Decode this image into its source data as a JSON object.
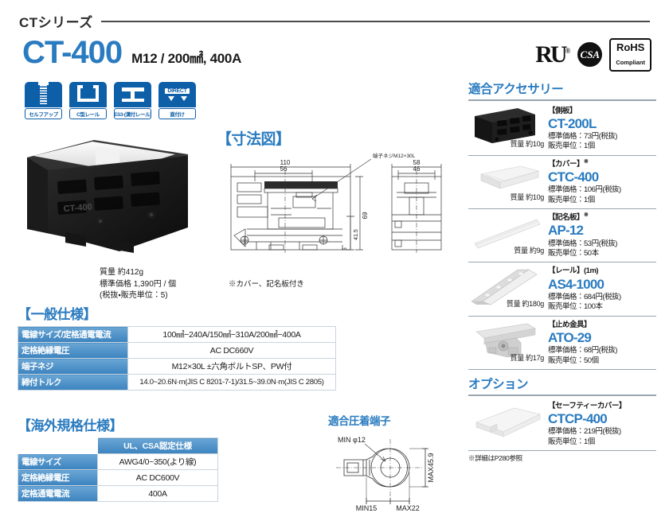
{
  "header": {
    "series": "CTシリーズ",
    "model": "CT-400",
    "model_spec": "M12 / 200㎟, 400A"
  },
  "badges": [
    {
      "icon": "self-up-screw-icon",
      "label": "セルフアップ"
    },
    {
      "icon": "c-rail-icon",
      "label": "C型レール"
    },
    {
      "icon": "i-rail-icon",
      "label": "ES3-(溝付レール)"
    },
    {
      "icon": "direct-mount-icon",
      "label": "直付け",
      "icon_text": "DIRECT"
    }
  ],
  "certifications": [
    {
      "name": "ul-mark",
      "text": "RU",
      "sup": "®"
    },
    {
      "name": "csa-mark",
      "text": "CSA"
    },
    {
      "name": "rohs-mark",
      "line1": "RoHS",
      "line2": "Compliant"
    }
  ],
  "product": {
    "weight": "質量 約412g",
    "price": "標準価格 1,390円 / 個",
    "unit": "(税抜・販売単位：5)",
    "cover_note": "※カバー、記名板付き"
  },
  "dimensions": {
    "title": "【寸法図】",
    "callout": "端子ネジM12×30L",
    "front": {
      "width_outer": "110",
      "width_inner": "56",
      "height_outer": "69",
      "height_inner": "41.5",
      "small": "5"
    },
    "side": {
      "width_outer": "58",
      "width_inner": "46"
    }
  },
  "general_spec": {
    "title": "【一般仕様】",
    "rows": [
      {
        "label": "電線サイズ/定格通電電流",
        "value": "100㎟−240A/150㎟−310A/200㎟−400A"
      },
      {
        "label": "定格絶縁電圧",
        "value": "AC DC660V"
      },
      {
        "label": "端子ネジ",
        "value": "M12×30L ±六角ボルトSP、PW付"
      },
      {
        "label": "締付トルク",
        "value": "14.0~20.6N·m(JIS C 8201-7-1)/31.5~39.0N·m(JIS C 2805)"
      }
    ]
  },
  "overseas_spec": {
    "title": "【海外規格仕様】",
    "column_header": "UL、CSA認定仕様",
    "rows": [
      {
        "label": "電線サイズ",
        "value": "AWG4/0~350(より線)"
      },
      {
        "label": "定格絶縁電圧",
        "value": "AC DC600V"
      },
      {
        "label": "定格通電電流",
        "value": "400A"
      }
    ]
  },
  "crimp_terminal": {
    "title": "適合圧着端子",
    "hole": "MIN φ12",
    "height": "MAX45.9",
    "min_width": "MIN15",
    "max_width": "MAX22"
  },
  "accessories": {
    "title": "適合アクセサリー",
    "items": [
      {
        "image": "side-plate-black",
        "category": "【側板】",
        "asterisk": "",
        "name": "CT-200L",
        "price": "標準価格：73円(税抜)",
        "unit": "販売単位：1個",
        "weight": "質量 約10g"
      },
      {
        "image": "cover-white",
        "category": "【カバー】",
        "asterisk": "※",
        "name": "CTC-400",
        "price": "標準価格：106円(税抜)",
        "unit": "販売単位：1個",
        "weight": "質量 約10g"
      },
      {
        "image": "name-plate-strip",
        "category": "【記名板】",
        "asterisk": "※",
        "name": "AP-12",
        "price": "標準価格：53円(税抜)",
        "unit": "販売単位：50本",
        "weight": "質量 約9g"
      },
      {
        "image": "rail-1m",
        "category": "【レール】(1m)",
        "asterisk": "",
        "name": "AS4-1000",
        "price": "標準価格：684円(税抜)",
        "unit": "販売単位：100本",
        "weight": "質量 約180g"
      },
      {
        "image": "stopper-metal",
        "category": "【止め金具】",
        "asterisk": "",
        "name": "ATO-29",
        "price": "標準価格：68円(税抜)",
        "unit": "販売単位：50個",
        "weight": "質量 約17g"
      }
    ]
  },
  "options": {
    "title": "オプション",
    "items": [
      {
        "image": "safety-cover",
        "category": "【セーフティーカバー】",
        "asterisk": "",
        "name": "CTCP-400",
        "price": "標準価格：219円(税抜)",
        "unit": "販売単位：1個",
        "weight": ""
      }
    ],
    "footnote": "※詳細はP280参照"
  },
  "colors": {
    "accent_blue": "#2a7bc0",
    "badge_blue": "#0d5fa8",
    "table_header": "#3c83bf",
    "rule_gray": "#9aa6b0"
  }
}
